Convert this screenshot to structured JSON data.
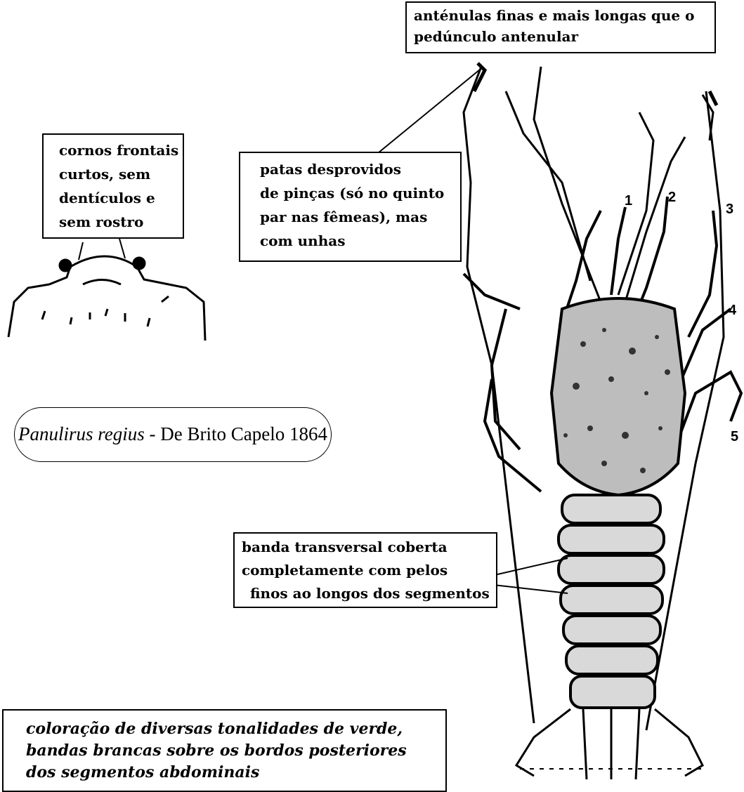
{
  "labels": {
    "antenulas": [
      "anténulas finas e mais longas que o",
      "pedúnculo antenular"
    ],
    "cornos": [
      "cornos frontais",
      "curtos, sem",
      "dentículos e",
      "sem rostro"
    ],
    "patas": [
      "patas desprovidos",
      "de pinças (só no quinto",
      "par nas fêmeas), mas",
      "com unhas"
    ],
    "banda": [
      "banda transversal coberta",
      "completamente com pelos",
      "finos ao longos dos segmentos"
    ],
    "coloracao": [
      "coloração de diversas tonalidades de verde,",
      "bandas brancas sobre os bordos posteriores",
      "dos segmentos abdominais"
    ]
  },
  "species": {
    "name": "Panulirus regius",
    "author": " - De Brito Capelo 1864"
  },
  "leg_numbers": [
    "1",
    "2",
    "3",
    "4",
    "5"
  ]
}
